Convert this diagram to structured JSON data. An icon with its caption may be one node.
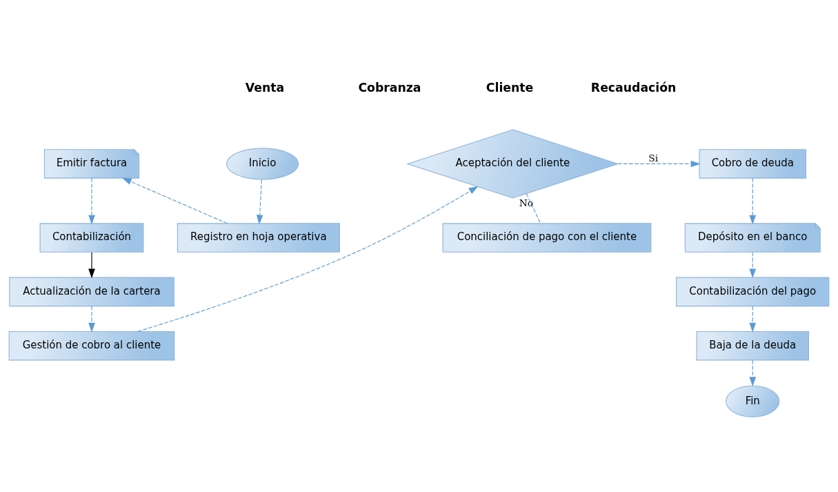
{
  "diagram": {
    "nodes": [
      {
        "text": [
          "Inicio"
        ]
      },
      {
        "text": [
          "Registro en hoja operativa"
        ]
      },
      {
        "text": [
          "Emitir factura"
        ]
      },
      {
        "text": [
          "Contabilización"
        ]
      },
      {
        "text": [
          "Actualización de la cartera"
        ]
      },
      {
        "text": [
          "Gestión de cobro al cliente"
        ]
      },
      {
        "text": [
          "Aceptación del cliente"
        ]
      },
      {
        "text": [
          "Conciliación de pago con el cliente"
        ]
      },
      {
        "text": [
          "Cobro de deuda"
        ]
      },
      {
        "text": [
          "Depósito en el banco"
        ]
      },
      {
        "text": [
          "Contabilización del pago"
        ]
      },
      {
        "text": [
          "Baja de la deuda"
        ]
      },
      {
        "text": [
          "Fin"
        ]
      }
    ],
    "edges": [
      {
        "from": 0,
        "to": 1,
        "arrow": "to",
        "style": "dashed"
      },
      {
        "from": 1,
        "to": 2,
        "arrow": "to",
        "style": "dashed"
      },
      {
        "from": 2,
        "to": 3,
        "arrow": "to",
        "style": "dashed"
      },
      {
        "from": 3,
        "to": 4,
        "arrow": "to",
        "color": "#000000"
      },
      {
        "from": 4,
        "to": 5,
        "arrow": "to",
        "style": "dashed"
      },
      {
        "from": 5,
        "to": 6,
        "arrow": "to",
        "style": "dashed"
      },
      {
        "from": 6,
        "to": 8,
        "arrow": "to",
        "style": "dashed",
        "label": "Si"
      },
      {
        "from": 6,
        "to": 7,
        "arrow": "none",
        "style": "dashed",
        "label": "No"
      },
      {
        "from": 8,
        "to": 9,
        "arrow": "to",
        "style": "dashed"
      },
      {
        "from": 9,
        "to": 10,
        "arrow": "to",
        "style": "dashed"
      },
      {
        "from": 10,
        "to": 11,
        "arrow": "to",
        "style": "dashed"
      },
      {
        "from": 11,
        "to": 12,
        "arrow": "to",
        "style": "dashed"
      }
    ],
    "labels": [
      "Venta",
      "Cobranza",
      "Cliente",
      "Recaudación"
    ]
  }
}
